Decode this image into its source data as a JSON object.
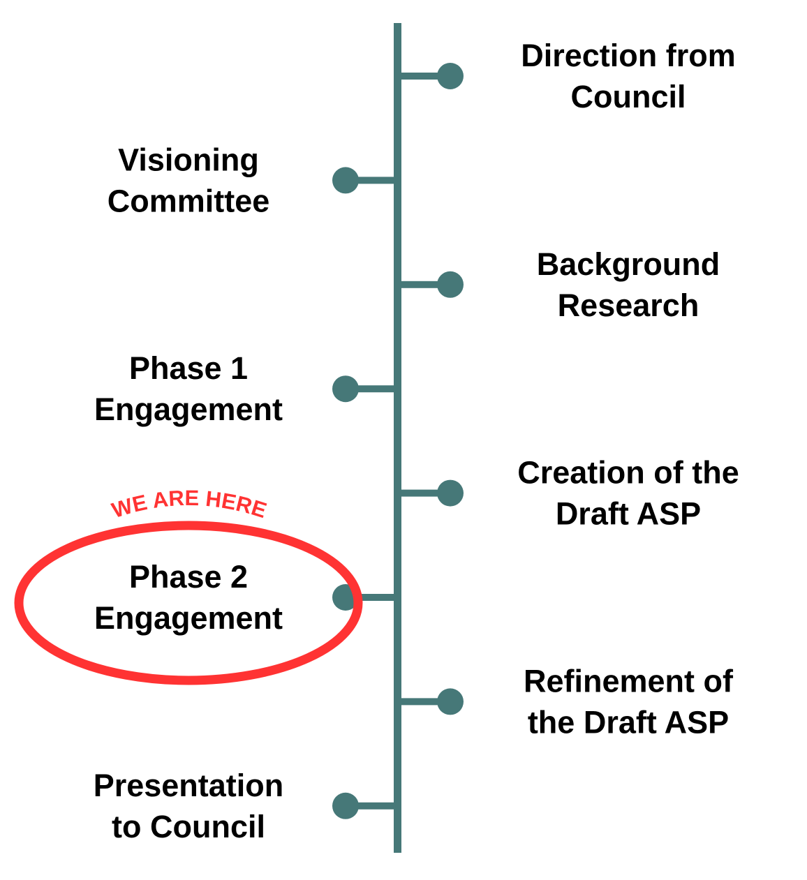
{
  "colors": {
    "timeline": "#467878",
    "highlight": "#ff3333",
    "text": "#000000"
  },
  "marker": {
    "label": "WE ARE HERE",
    "current_step": "Phase 2 Engagement"
  },
  "steps": [
    {
      "side": "right",
      "lines": [
        "Direction from",
        "Council"
      ]
    },
    {
      "side": "left",
      "lines": [
        "Visioning",
        "Committee"
      ]
    },
    {
      "side": "right",
      "lines": [
        "Background",
        "Research"
      ]
    },
    {
      "side": "left",
      "lines": [
        "Phase 1",
        "Engagement"
      ]
    },
    {
      "side": "right",
      "lines": [
        "Creation of the",
        "Draft ASP"
      ]
    },
    {
      "side": "left",
      "lines": [
        "Phase 2",
        "Engagement"
      ]
    },
    {
      "side": "right",
      "lines": [
        "Refinement of",
        "the Draft ASP"
      ]
    },
    {
      "side": "left",
      "lines": [
        "Presentation",
        "to Council"
      ]
    }
  ]
}
